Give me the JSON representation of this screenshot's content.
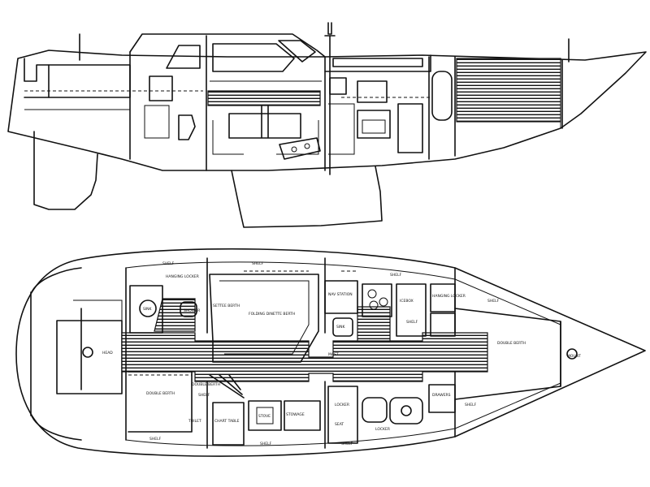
{
  "diagram": {
    "kind": "sailboat-layout",
    "labels": [
      "SHELF",
      "SHELF",
      "SHELF",
      "SHELF",
      "SHELF",
      "SHELF",
      "SHELF",
      "SHELF",
      "SHELF",
      "SHELF",
      "HANGING LOCKER",
      "DOUBLE BERTH",
      "DOUBLE BERTH",
      "FOLDING DINETTE BERTH",
      "SETTEE BERTH",
      "SHOWER",
      "SINK",
      "ICEBOX",
      "CHART TABLE",
      "NAV STATION",
      "LOCKER",
      "STOWAGE",
      "STOVE",
      "SINK",
      "HEAD",
      "HANGING LOCKER",
      "DRAWERS",
      "MAST",
      "DOUBLE BERTH",
      "SEAT",
      "LOCKER",
      "TOILET",
      "MOUNT"
    ]
  }
}
